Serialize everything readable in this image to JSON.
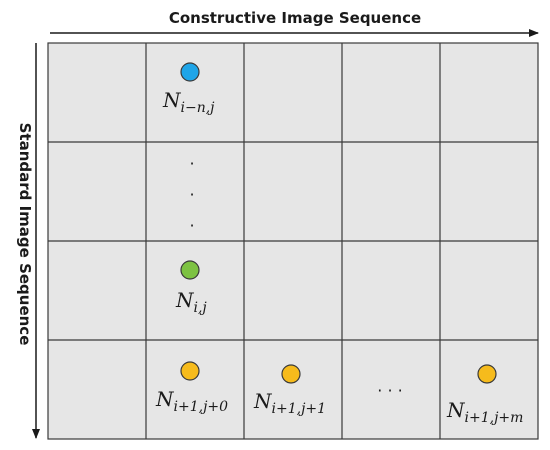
{
  "axes": {
    "horizontal_label": "Constructive Image Sequence",
    "vertical_label": "Standard Image Sequence"
  },
  "colors": {
    "cell_fill": "#e6e6e6",
    "grid_line": "#3a3a3a",
    "node_blue": "#1fa5e8",
    "node_green": "#7dc242",
    "node_yellow": "#f6bb1c",
    "node_stroke": "#3a3a3a",
    "arrow": "#1a1a1a"
  },
  "grid": {
    "rows": 4,
    "cols": 5
  },
  "nodes": [
    {
      "id": "n-top",
      "color": "blue",
      "base": "N",
      "sub": "i−n,j"
    },
    {
      "id": "n-mid",
      "color": "green",
      "base": "N",
      "sub": "i,j"
    },
    {
      "id": "n-b1",
      "color": "yellow",
      "base": "N",
      "sub": "i+1,j+0"
    },
    {
      "id": "n-b2",
      "color": "yellow",
      "base": "N",
      "sub": "i+1,j+1"
    },
    {
      "id": "n-b3",
      "color": "yellow",
      "base": "N",
      "sub": "i+1,j+m"
    }
  ],
  "ellipsis": {
    "vertical": "·",
    "horizontal": "· · ·"
  }
}
